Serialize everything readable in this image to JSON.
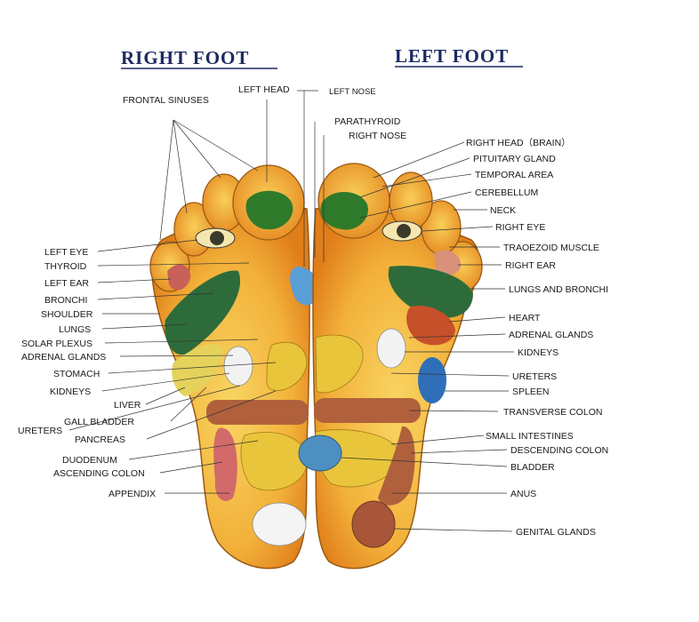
{
  "headers": {
    "right_foot": "RIGHT FOOT",
    "left_foot": "LEFT FOOT"
  },
  "labels": {
    "frontal_sinuses": "FRONTAL SINUSES",
    "left_head": "LEFT HEAD",
    "left_nose": "LEFT NOSE",
    "parathyroid": "PARATHYROID",
    "right_nose": "RIGHT NOSE",
    "right_head": "RIGHT HEAD（BRAIN）",
    "pituitary_gland": "PITUITARY GLAND",
    "temporal_area": "TEMPORAL AREA",
    "cerebellum": "CEREBELLUM",
    "neck": "NECK",
    "right_eye": "RIGHT EYE",
    "trapezoid_muscle": "TRAOEZOID MUSCLE",
    "right_ear": "RIGHT EAR",
    "lungs_and_bronchi": "LUNGS AND BRONCHI",
    "heart": "HEART",
    "adrenal_glands_r": "ADRENAL GLANDS",
    "kidneys_r": "KIDNEYS",
    "ureters_r": "URETERS",
    "spleen": "SPLEEN",
    "transverse_colon": "TRANSVERSE COLON",
    "small_intestines": "SMALL INTESTINES",
    "descending_colon": "DESCENDING COLON",
    "bladder": "BLADDER",
    "anus": "ANUS",
    "genital_glands": "GENITAL GLANDS",
    "left_eye": "LEFT EYE",
    "thyroid": "THYROID",
    "left_ear": "LEFT EAR",
    "bronchi": "BRONCHI",
    "shoulder": "SHOULDER",
    "lungs": "LUNGS",
    "solar_plexus": "SOLAR PLEXUS",
    "adrenal_glands_l": "ADRENAL GLANDS",
    "stomach": "STOMACH",
    "kidneys_l": "KIDNEYS",
    "liver": "LIVER",
    "gall_bladder": "GALL BLADDER",
    "ureters_l": "URETERS",
    "pancreas": "PANCREAS",
    "duodenum": "DUODENUM",
    "ascending_colon": "ASCENDING COLON",
    "appendix": "APPENDIX"
  },
  "colors": {
    "foot_light": "#f7c94a",
    "foot_dark": "#e3861c",
    "outline": "#9a5a12",
    "header": "#1c2a63",
    "brain_green": "#2f7a2a",
    "lung_green": "#2e6b3a",
    "nose_blue": "#5a9ed6",
    "bladder_blue": "#4d8fc0",
    "colon_rust": "#b0613c",
    "liver_yellow": "#e4d25a",
    "heart_red": "#c6502a",
    "spleen_blue": "#2f6fb8",
    "kidney_white": "#f2f2f2",
    "intestine_yellow": "#e8c53a",
    "appendix_pink": "#d26a6a"
  }
}
